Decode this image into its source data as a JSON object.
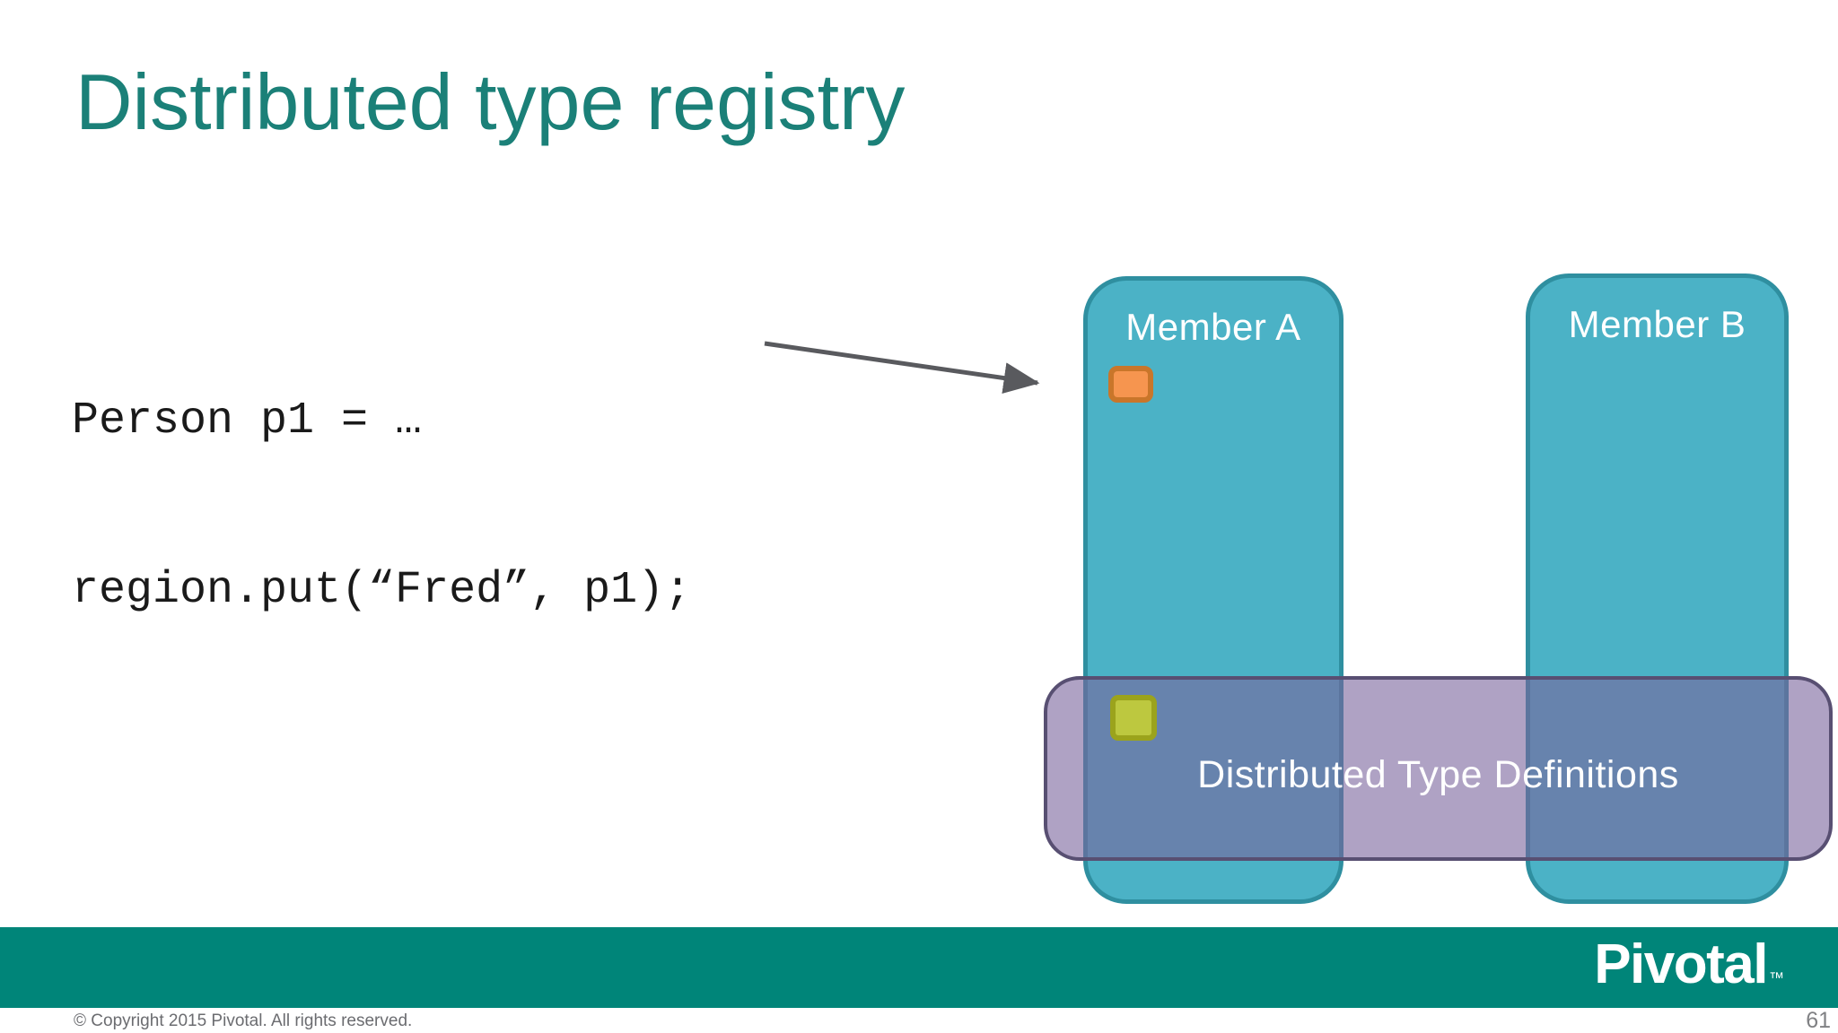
{
  "slide": {
    "title": "Distributed type registry",
    "code": {
      "line1": "Person p1 = …",
      "line2": "region.put(“Fred”, p1);"
    },
    "diagram": {
      "member_a_label": "Member A",
      "member_b_label": "Member B",
      "band_label": "Distributed Type Definitions",
      "icons": {
        "arrow": "arrow-right-icon",
        "orange_square": "object-entry-marker-icon",
        "green_square": "type-definition-marker-icon"
      },
      "colors": {
        "member_fill": "#4BB2C6",
        "member_border": "#2F8FA0",
        "band_fill": "rgba(122,100,157,0.6)",
        "band_border": "#584F72",
        "orange_fill": "#F6954F",
        "orange_border": "#C9762A",
        "green_fill": "#BDC83F",
        "green_border": "#9BA31C",
        "arrow": "#595A5E"
      }
    },
    "footer": {
      "logo_text": "Pivotal",
      "trademark": "™",
      "copyright": "© Copyright 2015 Pivotal. All rights reserved.",
      "page_number": "61",
      "bar_color": "#008579"
    },
    "title_color": "#1B8078"
  }
}
